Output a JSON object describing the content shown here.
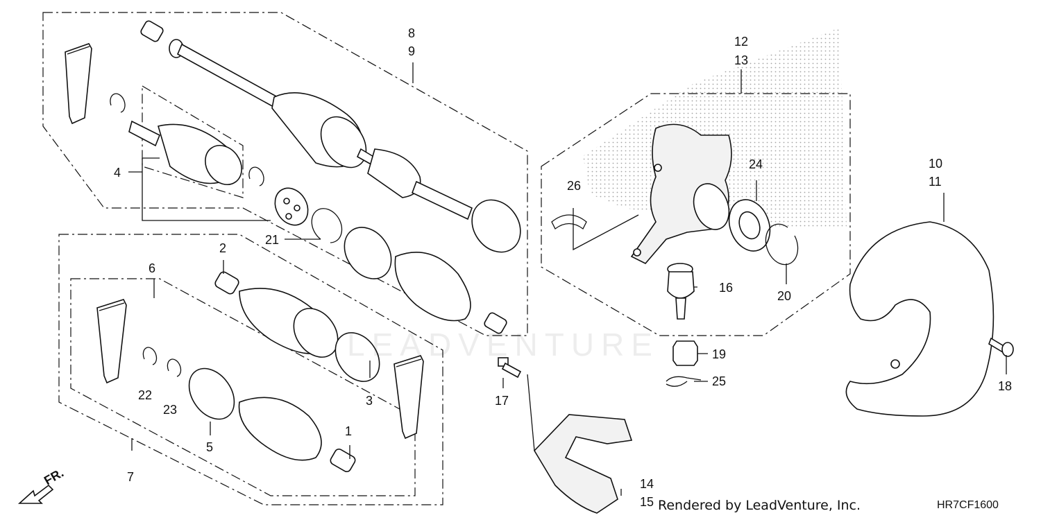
{
  "diagram": {
    "callouts": {
      "c1": "1",
      "c2": "2",
      "c3": "3",
      "c4": "4",
      "c5": "5",
      "c6": "6",
      "c7": "7",
      "c8": "8",
      "c9": "9",
      "c10": "10",
      "c11": "11",
      "c12": "12",
      "c13": "13",
      "c14": "14",
      "c15": "15",
      "c16": "16",
      "c17": "17",
      "c18": "18",
      "c19": "19",
      "c20": "20",
      "c21": "21",
      "c22": "22",
      "c23": "23",
      "c24": "24",
      "c25": "25",
      "c26": "26"
    },
    "direction_label": "FR.",
    "watermark": "LEADVENTURE",
    "credit": "Rendered by LeadVenture, Inc.",
    "diagram_code": "HR7CF1600"
  }
}
